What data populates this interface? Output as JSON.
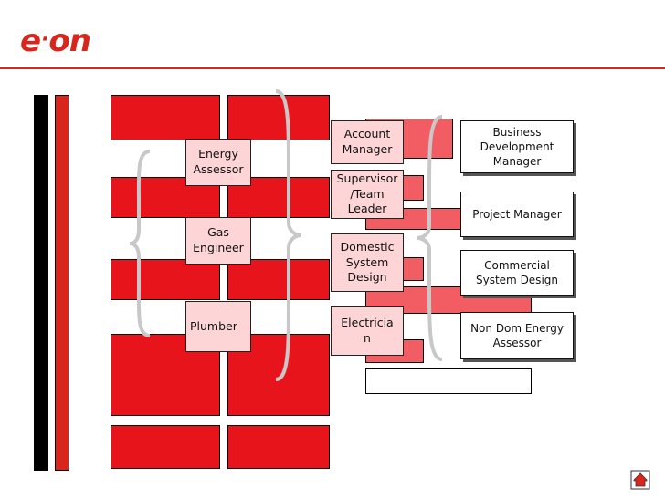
{
  "brand": {
    "logo_prefix": "e",
    "logo_dot": "·",
    "logo_suffix": "on",
    "color": "#d9261c"
  },
  "entry_roles": [
    {
      "id": "energy-assessor",
      "label": "Energy\nAssessor"
    },
    {
      "id": "gas-engineer",
      "label": "Gas\nEngineer"
    },
    {
      "id": "plumber",
      "label": "Plumber"
    }
  ],
  "mid_roles": [
    {
      "id": "account-manager",
      "label": "Account\nManager"
    },
    {
      "id": "supervisor-team-leader",
      "label": "Supervisor\n/Team\nLeader"
    },
    {
      "id": "domestic-system-design",
      "label": "Domestic\nSystem\nDesign"
    },
    {
      "id": "electrician",
      "label": "Electricia\nn"
    }
  ],
  "senior_roles": [
    {
      "id": "business-development-manager",
      "label": "Business\nDevelopment\nManager"
    },
    {
      "id": "project-manager",
      "label": "Project Manager"
    },
    {
      "id": "commercial-system-design",
      "label": "Commercial\nSystem Design"
    },
    {
      "id": "non-dom-energy-assessor",
      "label": "Non Dom Energy\nAssessor"
    }
  ],
  "colors": {
    "red": "#e8141c",
    "pink": "#f25c63",
    "pink_box": "#fdd5d6",
    "brace": "#c8c8c8"
  },
  "icons": [
    "home-nav-icon"
  ]
}
